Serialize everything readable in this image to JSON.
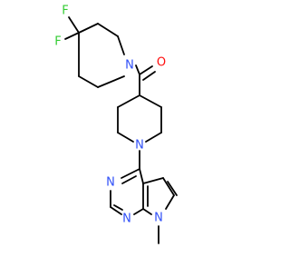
{
  "molecule": {
    "atom_labels": {
      "fluorine_top": "F",
      "fluorine_left": "F",
      "nitrogen_difluoropiperidine": "N",
      "oxygen_carbonyl": "O",
      "nitrogen_piperidine": "N",
      "nitrogen_pyrimidine_upper": "N",
      "nitrogen_pyrimidine_lower": "N",
      "nitrogen_pyrrole": "N"
    },
    "colors": {
      "bond": "#000000",
      "fluorine": "#33cc33",
      "nitrogen": "#3050f8",
      "oxygen": "#ff0d0d"
    }
  }
}
